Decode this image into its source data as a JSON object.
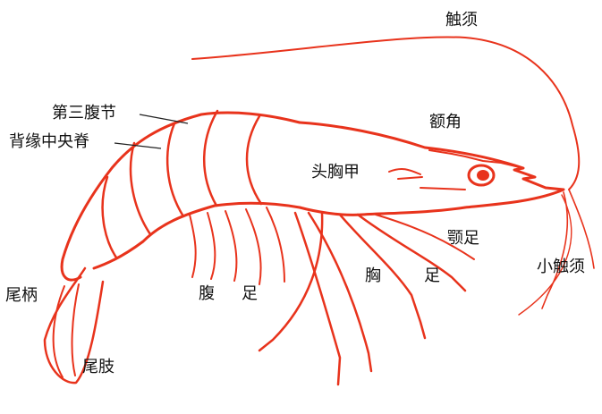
{
  "diagram": {
    "labels": {
      "antenna": "触须",
      "third_abdominal_segment": "第三腹节",
      "dorsal_ridge": "背缘中央脊",
      "rostrum": "额角",
      "carapace": "头胸甲",
      "maxilliped": "颚足",
      "antennule": "小触须",
      "telson": "尾柄",
      "uropod": "尾肢",
      "swimmerets_1": "腹",
      "swimmerets_2": "足",
      "walking_legs_1": "胸",
      "walking_legs_2": "足"
    },
    "colors": {
      "outline": "#e8331c",
      "text": "#111111",
      "background": "#ffffff"
    }
  }
}
